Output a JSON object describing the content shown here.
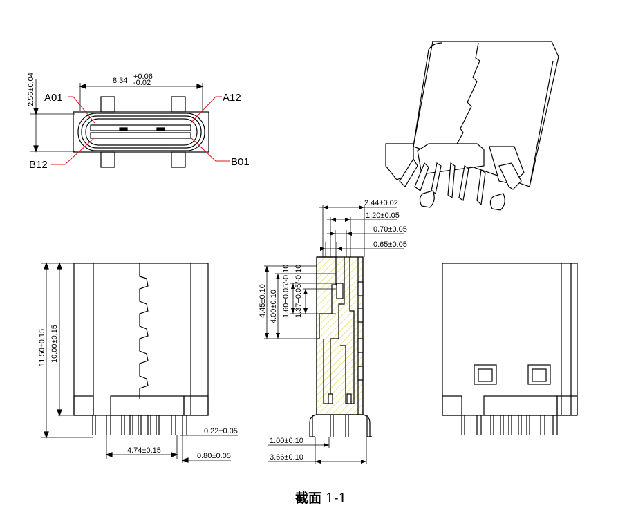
{
  "views": {
    "front": {
      "width_label": "8.34",
      "width_tol_upper": "+0.06",
      "width_tol_lower": "-0.02",
      "height_label": "2.56±0.04",
      "pins": [
        "A01",
        "A12",
        "B12",
        "B01"
      ]
    },
    "section": {
      "dims_top": [
        "2.44±0.02",
        "1.20±0.05",
        "0.70±0.05",
        "0.65±0.05"
      ],
      "dims_left": [
        "4.45±0.10",
        "4.00±0.10",
        "1.60+0.05/-0.10",
        "1.37+0.05/-0.10"
      ],
      "dims_bottom": [
        "1.00±0.10",
        "3.66±0.10"
      ]
    },
    "side": {
      "dims_left": [
        "11.50±0.15",
        "10.00±0.15"
      ],
      "dims_right": [
        "0.22±0.05",
        "0.80±0.05"
      ],
      "dims_bottom": [
        "4.74±0.15"
      ]
    }
  },
  "caption": {
    "bold": "截面",
    "number": "1-1"
  }
}
